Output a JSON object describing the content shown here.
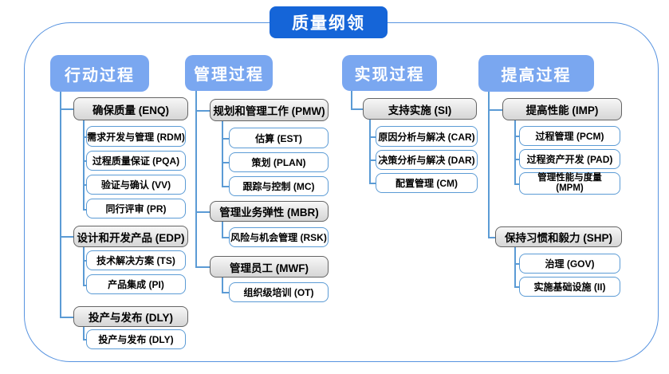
{
  "title": "质量纲领",
  "colors": {
    "title_bg": "#1565D8",
    "header_bg": "#7AA7F0",
    "connector": "#5B9BD5",
    "gray_box_border": "#646464",
    "white_box_border": "#5B9BD5",
    "frame_border": "#5793E0"
  },
  "columns": [
    {
      "label": "行动过程",
      "groups": [
        {
          "label": "确保质量 (ENQ)",
          "children": [
            "需求开发与管理 (RDM)",
            "过程质量保证 (PQA)",
            "验证与确认 (VV)",
            "同行评审 (PR)"
          ]
        },
        {
          "label": "设计和开发产品 (EDP)",
          "children": [
            "技术解决方案 (TS)",
            "产品集成 (PI)"
          ]
        },
        {
          "label": "投产与发布 (DLY)",
          "children": [
            "投产与发布 (DLY)"
          ]
        }
      ]
    },
    {
      "label": "管理过程",
      "groups": [
        {
          "label": "规划和管理工作 (PMW)",
          "children": [
            "估算 (EST)",
            "策划 (PLAN)",
            "跟踪与控制 (MC)"
          ]
        },
        {
          "label": "管理业务弹性 (MBR)",
          "children": [
            "风险与机会管理 (RSK)"
          ]
        },
        {
          "label": "管理员工 (MWF)",
          "children": [
            "组织级培训 (OT)"
          ]
        }
      ]
    },
    {
      "label": "实现过程",
      "groups": [
        {
          "label": "支持实施 (SI)",
          "children": [
            "原因分析与解决 (CAR)",
            "决策分析与解决 (DAR)",
            "配置管理 (CM)"
          ]
        }
      ]
    },
    {
      "label": "提高过程",
      "groups": [
        {
          "label": "提高性能 (IMP)",
          "children": [
            "过程管理 (PCM)",
            "过程资产开发 (PAD)",
            "管理性能与度量 (MPM)"
          ]
        },
        {
          "label": "保持习惯和毅力 (SHP)",
          "children": [
            "治理 (GOV)",
            "实施基础设施 (II)"
          ]
        }
      ]
    }
  ]
}
